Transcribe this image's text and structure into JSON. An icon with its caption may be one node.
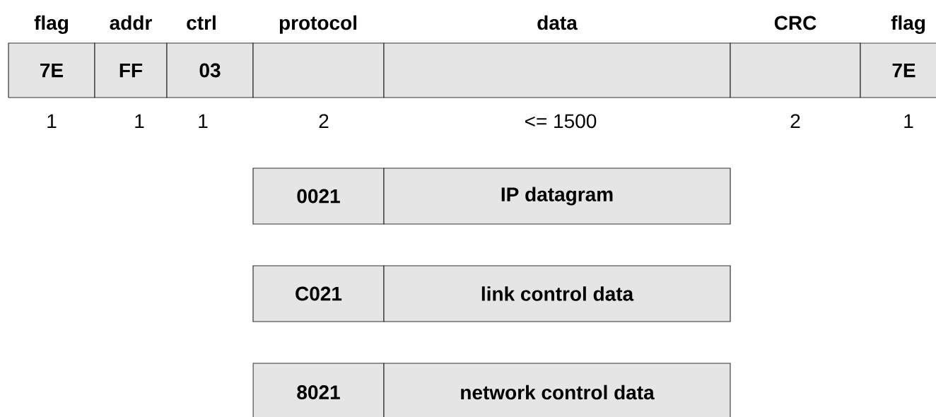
{
  "diagram": {
    "nodes": [
      {
        "text": [
          "flag",
          "7E"
        ],
        "beside": [
          "1"
        ]
      },
      {
        "text": [
          "addr",
          "FF"
        ],
        "beside": [
          "1"
        ]
      },
      {
        "text": [
          "ctrl",
          "03"
        ],
        "beside": [
          "1"
        ]
      },
      {
        "text": [
          "protocol"
        ],
        "beside": [
          "2"
        ]
      },
      {
        "text": [
          "data"
        ],
        "beside": [
          "<= 1500"
        ]
      },
      {
        "text": [
          "CRC"
        ],
        "beside": [
          "2"
        ]
      },
      {
        "text": [
          "flag",
          "7E"
        ],
        "beside": [
          "1"
        ]
      },
      {
        "text": [
          "0021"
        ]
      },
      {
        "text": [
          "IP datagram"
        ]
      },
      {
        "text": [
          "C021"
        ]
      },
      {
        "text": [
          "link control data"
        ]
      },
      {
        "text": [
          "8021"
        ]
      },
      {
        "text": [
          "network control data"
        ]
      }
    ]
  }
}
